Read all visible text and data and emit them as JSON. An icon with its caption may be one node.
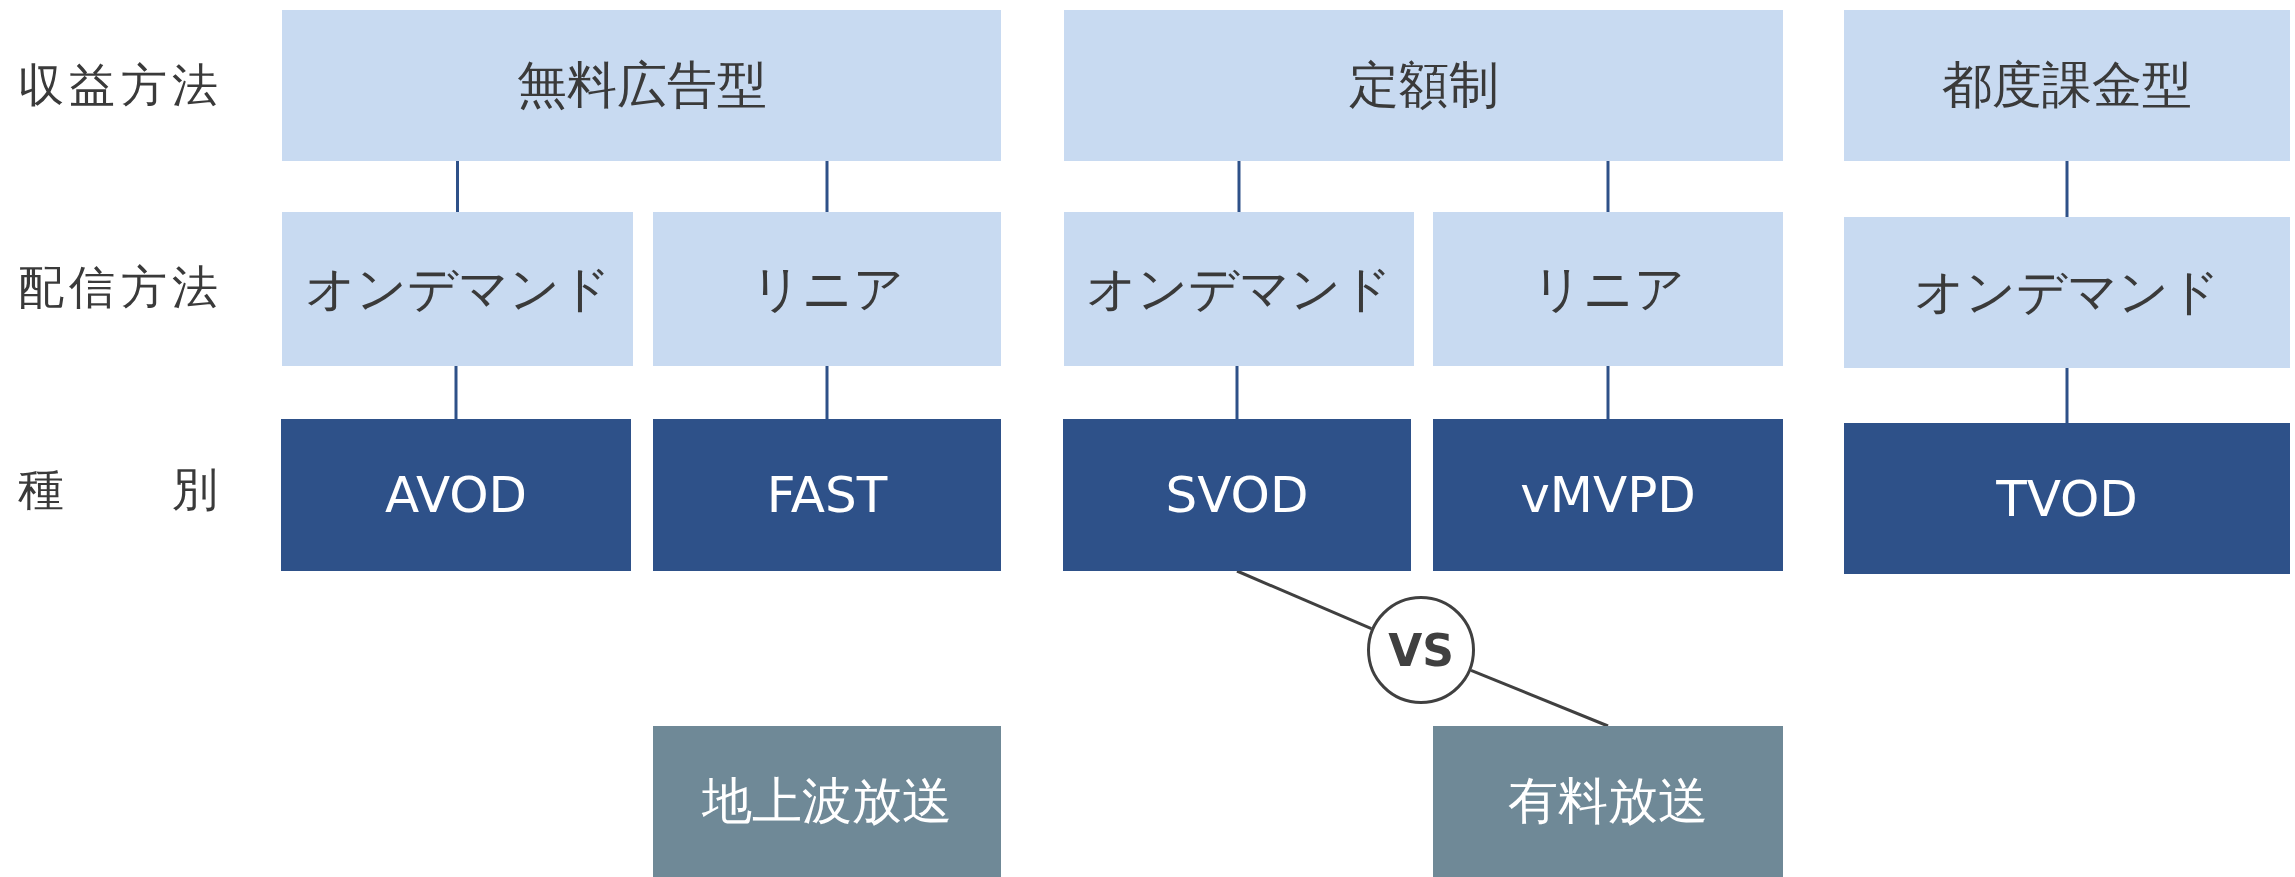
{
  "diagram": {
    "nodes": [
      {
        "text": [
          "無料広告型"
        ]
      },
      {
        "text": [
          "定額制"
        ]
      },
      {
        "text": [
          "都度課金型"
        ]
      },
      {
        "text": [
          "オンデマンド"
        ]
      },
      {
        "text": [
          "リニア"
        ]
      },
      {
        "text": [
          "オンデマンド"
        ]
      },
      {
        "text": [
          "リニア"
        ]
      },
      {
        "text": [
          "オンデマンド"
        ]
      },
      {
        "text": [
          "AVOD"
        ]
      },
      {
        "text": [
          "FAST"
        ]
      },
      {
        "text": [
          "SVOD"
        ]
      },
      {
        "text": [
          "vMVPD"
        ]
      },
      {
        "text": [
          "TVOD"
        ]
      },
      {
        "text": [
          "VS"
        ]
      },
      {
        "text": [
          "地上波放送"
        ]
      },
      {
        "text": [
          "有料放送"
        ]
      }
    ],
    "edges": [
      {
        "from": 0,
        "to": 3,
        "arrow": "none"
      },
      {
        "from": 0,
        "to": 4,
        "arrow": "none"
      },
      {
        "from": 1,
        "to": 5,
        "arrow": "none"
      },
      {
        "from": 1,
        "to": 6,
        "arrow": "none"
      },
      {
        "from": 2,
        "to": 7,
        "arrow": "none"
      },
      {
        "from": 3,
        "to": 8,
        "arrow": "none"
      },
      {
        "from": 4,
        "to": 9,
        "arrow": "none"
      },
      {
        "from": 5,
        "to": 10,
        "arrow": "none"
      },
      {
        "from": 6,
        "to": 11,
        "arrow": "none"
      },
      {
        "from": 7,
        "to": 12,
        "arrow": "none"
      },
      {
        "from": 10,
        "to": 13,
        "arrow": "none",
        "color": "#404040"
      },
      {
        "from": 13,
        "to": 15,
        "arrow": "none",
        "color": "#404040"
      }
    ],
    "labels": [
      "収益方法",
      "配信方法",
      "種別"
    ]
  }
}
